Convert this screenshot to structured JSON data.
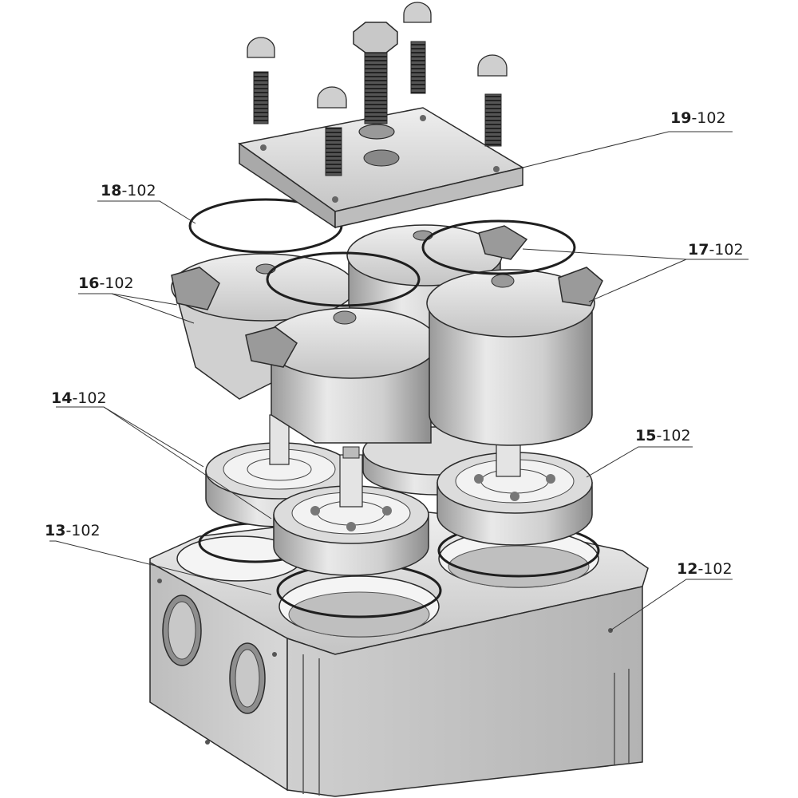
{
  "figure": {
    "kind": "exploded assembly drawing",
    "colors": {
      "line": "#2b2b2b",
      "metal": "#d6d6d6",
      "dark": "#6f6f6f",
      "light": "#eeeeee"
    }
  },
  "callouts": [
    {
      "id": "c19",
      "num": "19",
      "suffix": "-102"
    },
    {
      "id": "c18",
      "num": "18",
      "suffix": "-102"
    },
    {
      "id": "c17",
      "num": "17",
      "suffix": "-102"
    },
    {
      "id": "c16",
      "num": "16",
      "suffix": "-102"
    },
    {
      "id": "c14",
      "num": "14",
      "suffix": "-102"
    },
    {
      "id": "c15",
      "num": "15",
      "suffix": "-102"
    },
    {
      "id": "c13",
      "num": "13",
      "suffix": "-102"
    },
    {
      "id": "c12",
      "num": "12",
      "suffix": "-102"
    }
  ]
}
